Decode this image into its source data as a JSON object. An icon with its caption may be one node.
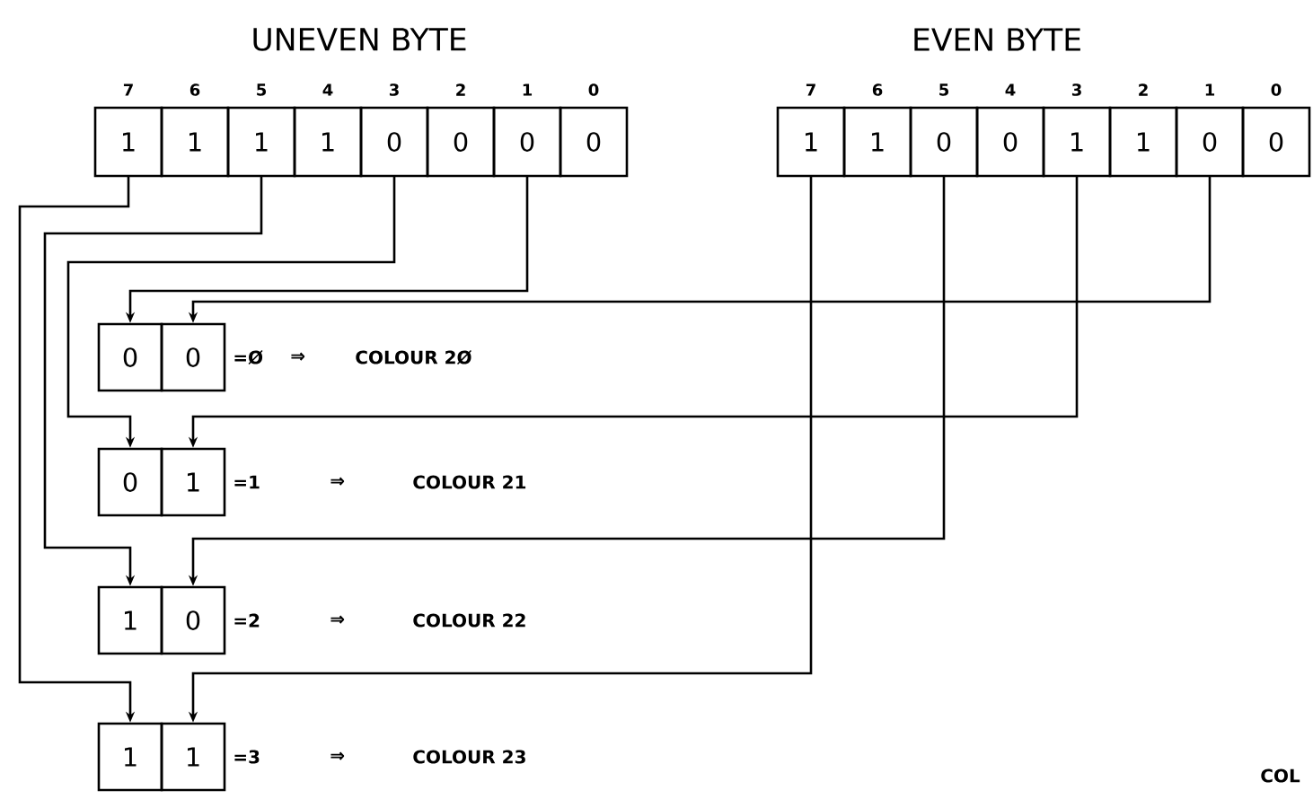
{
  "diagram": {
    "nodes": [
      {
        "text": [
          "1"
        ]
      },
      {
        "text": [
          "1"
        ]
      },
      {
        "text": [
          "1"
        ]
      },
      {
        "text": [
          "1"
        ]
      },
      {
        "text": [
          "0"
        ]
      },
      {
        "text": [
          "0"
        ]
      },
      {
        "text": [
          "0"
        ]
      },
      {
        "text": [
          "0"
        ]
      },
      {
        "text": [
          "1"
        ]
      },
      {
        "text": [
          "1"
        ]
      },
      {
        "text": [
          "0"
        ]
      },
      {
        "text": [
          "0"
        ]
      },
      {
        "text": [
          "1"
        ]
      },
      {
        "text": [
          "1"
        ]
      },
      {
        "text": [
          "0"
        ]
      },
      {
        "text": [
          "0"
        ]
      },
      {
        "text": [
          "0"
        ]
      },
      {
        "text": [
          "0"
        ],
        "beside": [
          "=Ø",
          "⇒",
          "COLOUR 2Ø"
        ]
      },
      {
        "text": [
          "0"
        ]
      },
      {
        "text": [
          "1"
        ],
        "beside": [
          "=1",
          "⇒",
          "COLOUR 21"
        ]
      },
      {
        "text": [
          "1"
        ]
      },
      {
        "text": [
          "0"
        ],
        "beside": [
          "=2",
          "⇒",
          "COLOUR 22"
        ]
      },
      {
        "text": [
          "1"
        ]
      },
      {
        "text": [
          "1"
        ],
        "beside": [
          "=3",
          "⇒",
          "COLOUR 23"
        ]
      }
    ],
    "edges": [
      {
        "from": 6,
        "to": 16,
        "arrow": "to"
      },
      {
        "from": 14,
        "to": 17,
        "arrow": "to"
      },
      {
        "from": 4,
        "to": 18,
        "arrow": "to"
      },
      {
        "from": 12,
        "to": 19,
        "arrow": "to"
      },
      {
        "from": 2,
        "to": 20,
        "arrow": "to"
      },
      {
        "from": 10,
        "to": 21,
        "arrow": "to"
      },
      {
        "from": 0,
        "to": 22,
        "arrow": "to"
      },
      {
        "from": 8,
        "to": 23,
        "arrow": "to"
      }
    ],
    "labels": [
      "UNEVEN BYTE",
      "EVEN BYTE",
      "7",
      "6",
      "5",
      "4",
      "3",
      "2",
      "1",
      "0",
      "7",
      "6",
      "5",
      "4",
      "3",
      "2",
      "1",
      "0",
      "COL"
    ]
  }
}
